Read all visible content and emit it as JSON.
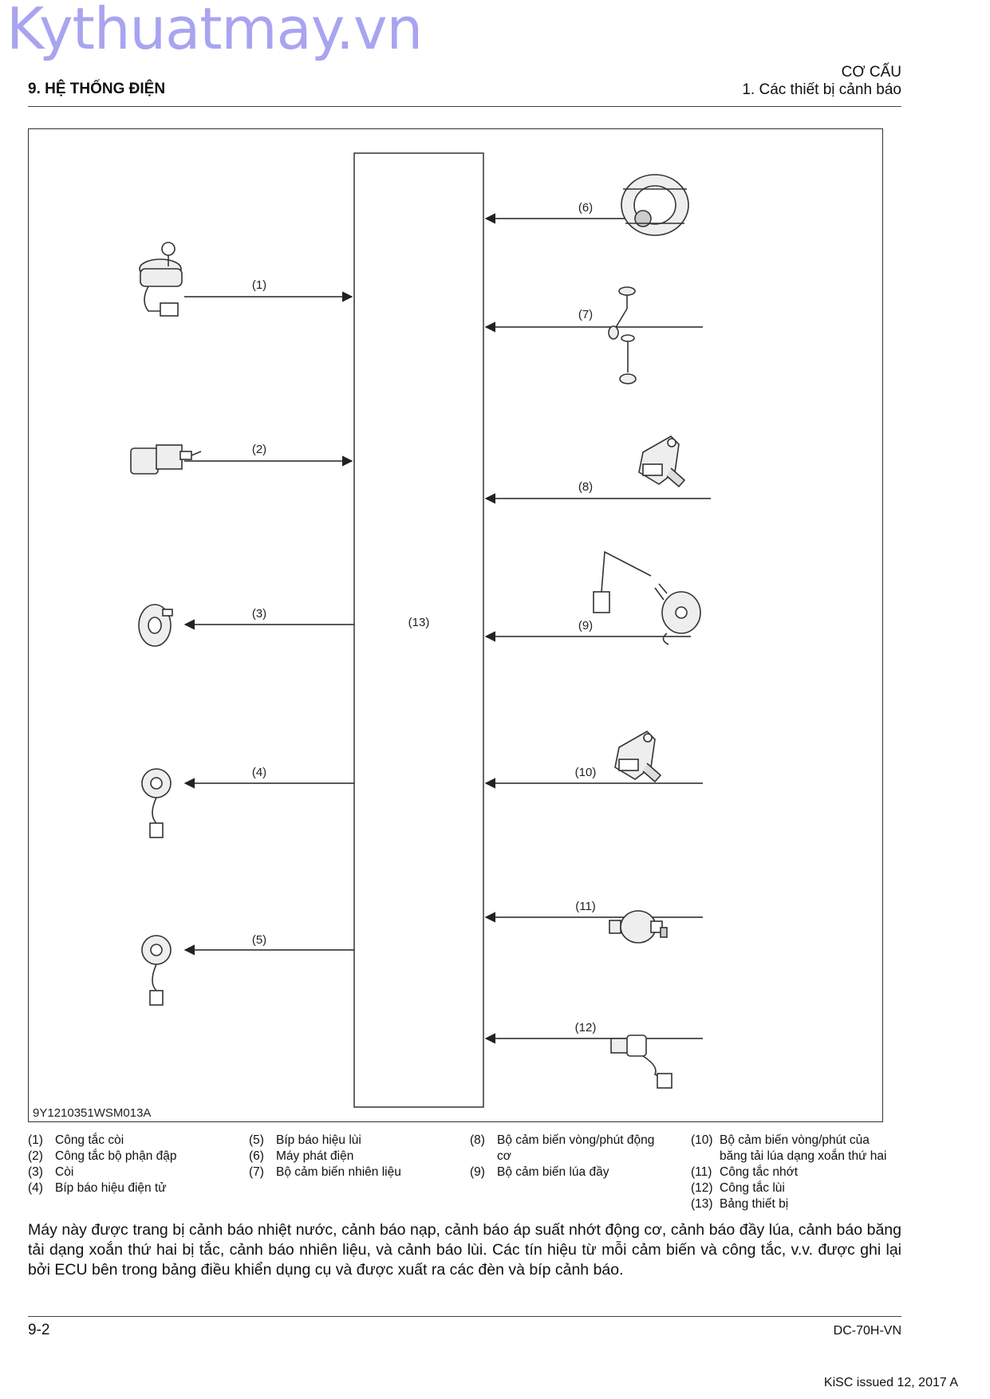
{
  "watermark": "Kythuatmay.vn",
  "header": {
    "chapter": "9. HỆ THỐNG ĐIỆN",
    "section": "CƠ CẤU",
    "subsection": "1. Các thiết bị cảnh báo"
  },
  "figure": {
    "id": "9Y1210351WSM013A",
    "center_label": "(13)",
    "left_callouts": [
      "(1)",
      "(2)",
      "(3)",
      "(4)",
      "(5)"
    ],
    "right_callouts": [
      "(6)",
      "(7)",
      "(8)",
      "(9)",
      "(10)",
      "(11)",
      "(12)"
    ]
  },
  "legend": {
    "col1": [
      {
        "num": "(1)",
        "text": "Công tắc còi"
      },
      {
        "num": "(2)",
        "text": "Công tắc bộ phận đập"
      },
      {
        "num": "(3)",
        "text": "Còi"
      },
      {
        "num": "(4)",
        "text": "Bíp báo hiệu điện tử"
      }
    ],
    "col2": [
      {
        "num": "(5)",
        "text": "Bíp báo hiệu lùi"
      },
      {
        "num": "(6)",
        "text": "Máy phát điện"
      },
      {
        "num": "(7)",
        "text": "Bộ cảm biến nhiên liệu"
      }
    ],
    "col3": [
      {
        "num": "(8)",
        "text": "Bộ cảm biến vòng/phút động cơ"
      },
      {
        "num": "(9)",
        "text": "Bộ cảm biến lúa đầy"
      }
    ],
    "col4": [
      {
        "num": "(10)",
        "text": "Bộ cảm biến vòng/phút của băng tải lúa dạng xoắn thứ hai"
      },
      {
        "num": "(11)",
        "text": "Công tắc nhớt"
      },
      {
        "num": "(12)",
        "text": "Công tắc lùi"
      },
      {
        "num": "(13)",
        "text": "Bảng thiết bị"
      }
    ]
  },
  "body_text": "Máy này được trang bị cảnh báo nhiệt nước, cảnh báo nạp, cảnh báo áp suất nhớt động cơ, cảnh báo đầy lúa, cảnh báo băng tải dạng xoắn thứ hai bị tắc, cảnh báo nhiên liệu, và cảnh báo lùi. Các tín hiệu từ mỗi cảm biến và công tắc, v.v. được ghi lại bởi ECU bên trong bảng điều khiển dụng cụ và được xuất ra các đèn và bíp cảnh báo.",
  "footer": {
    "page_number": "9-2",
    "doc_code": "DC-70H-VN",
    "issued": "KiSC issued 12, 2017 A"
  }
}
